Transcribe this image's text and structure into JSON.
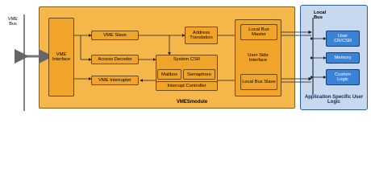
{
  "vme_bus_label": "VME Bus",
  "module": {
    "name": "VMESmodule",
    "blocks": {
      "vme_interface": "VME Interface",
      "vme_slave": "VME Slave",
      "address_translation": "Address Translation",
      "access_decoder": "Access Decoder",
      "system_csr": "System CSR",
      "mailbox": "Mailbox",
      "semaphore": "Semaphore",
      "interrupt_controller": "Interrupt Controller",
      "vme_interrupter": "VME Interrupter",
      "local_bus_master": "Local Bus Master",
      "user_side_interface": "User Side Interface",
      "local_bus_slave": "Local Bus Slave"
    }
  },
  "local_bus_label": "Local Bus",
  "user_logic": {
    "title": "Application Specific User Logic",
    "items": [
      "User CR/CSR",
      "Memory",
      "Custom Logic"
    ]
  },
  "colors": {
    "module_outer": "#f5b74a",
    "module_inner": "#f0a52a",
    "user_panel": "#c8d8ef",
    "user_item": "#3b83d6"
  }
}
